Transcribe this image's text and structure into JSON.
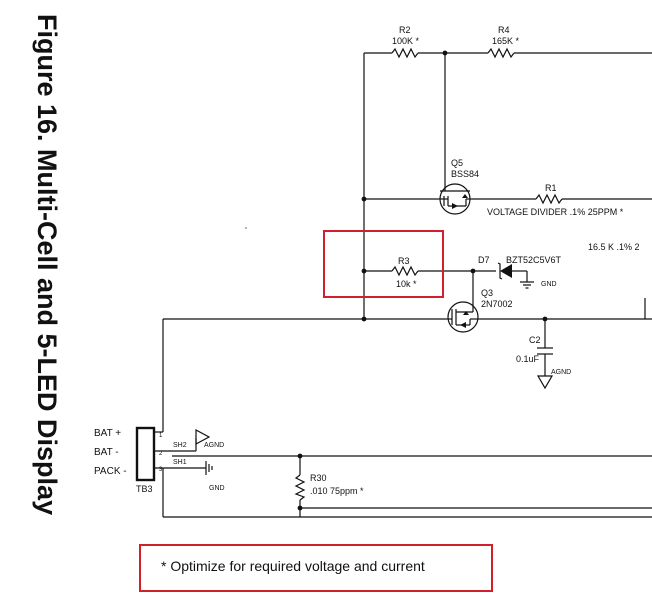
{
  "figure_title": "Figure 16.  Multi-Cell and 5-LED Display",
  "note": "* Optimize for required voltage and current",
  "colors": {
    "highlight": "#d0202a",
    "line": "#111111"
  },
  "components": {
    "r2": {
      "ref": "R2",
      "value": "100K *"
    },
    "r4": {
      "ref": "R4",
      "value": "165K *"
    },
    "q5": {
      "ref": "Q5",
      "part": "BSS84"
    },
    "r1": {
      "ref": "R1",
      "desc": "VOLTAGE DIVIDER .1% 25PPM *"
    },
    "r1_extra": "16.5 K .1% 2",
    "r3": {
      "ref": "R3",
      "value": "10k *"
    },
    "d7": {
      "ref": "D7",
      "part": "BZT52C5V6T"
    },
    "q3": {
      "ref": "Q3",
      "part": "2N7002"
    },
    "c2": {
      "ref": "C2",
      "value": "0.1uF"
    },
    "r30": {
      "ref": "R30",
      "value": ".010 75ppm *"
    },
    "tb3": {
      "ref": "TB3",
      "pins": [
        "BAT +",
        "BAT -",
        "PACK -"
      ],
      "pin_numbers": [
        "1",
        "2",
        "3"
      ]
    },
    "sh2": "SH2",
    "sh1": "SH1",
    "agnd": "AGND",
    "gnd": "GND"
  }
}
